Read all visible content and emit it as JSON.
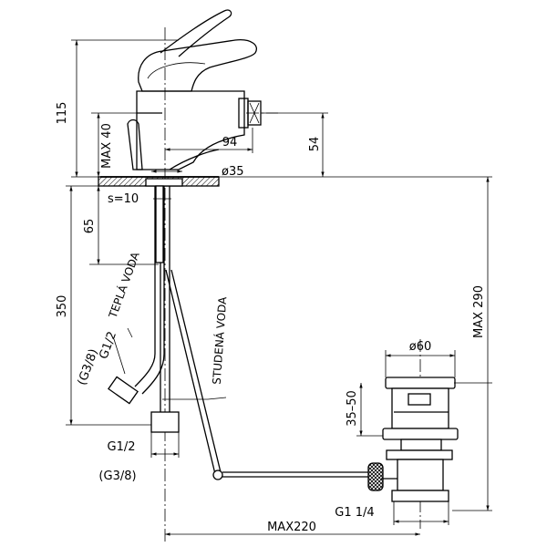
{
  "dims": {
    "d115": "115",
    "max40": "MAX 40",
    "d94": "94",
    "d54": "54",
    "dia35": "ø35",
    "s10": "s=10",
    "d65": "65",
    "d350": "350",
    "max290": "MAX 290",
    "dia60": "ø60",
    "d35_50": "35–50",
    "g1_2_left": "G1/2",
    "g3_8_left": "(G3/8)",
    "g1_2_bottom": "G1/2",
    "g3_8_bottom": "(G3/8)",
    "g1_1_4": "G1 1/4",
    "max220": "MAX220"
  },
  "labels": {
    "hot_water": "TEPLÁ VODA",
    "cold_water": "STUDENÁ VODA"
  }
}
